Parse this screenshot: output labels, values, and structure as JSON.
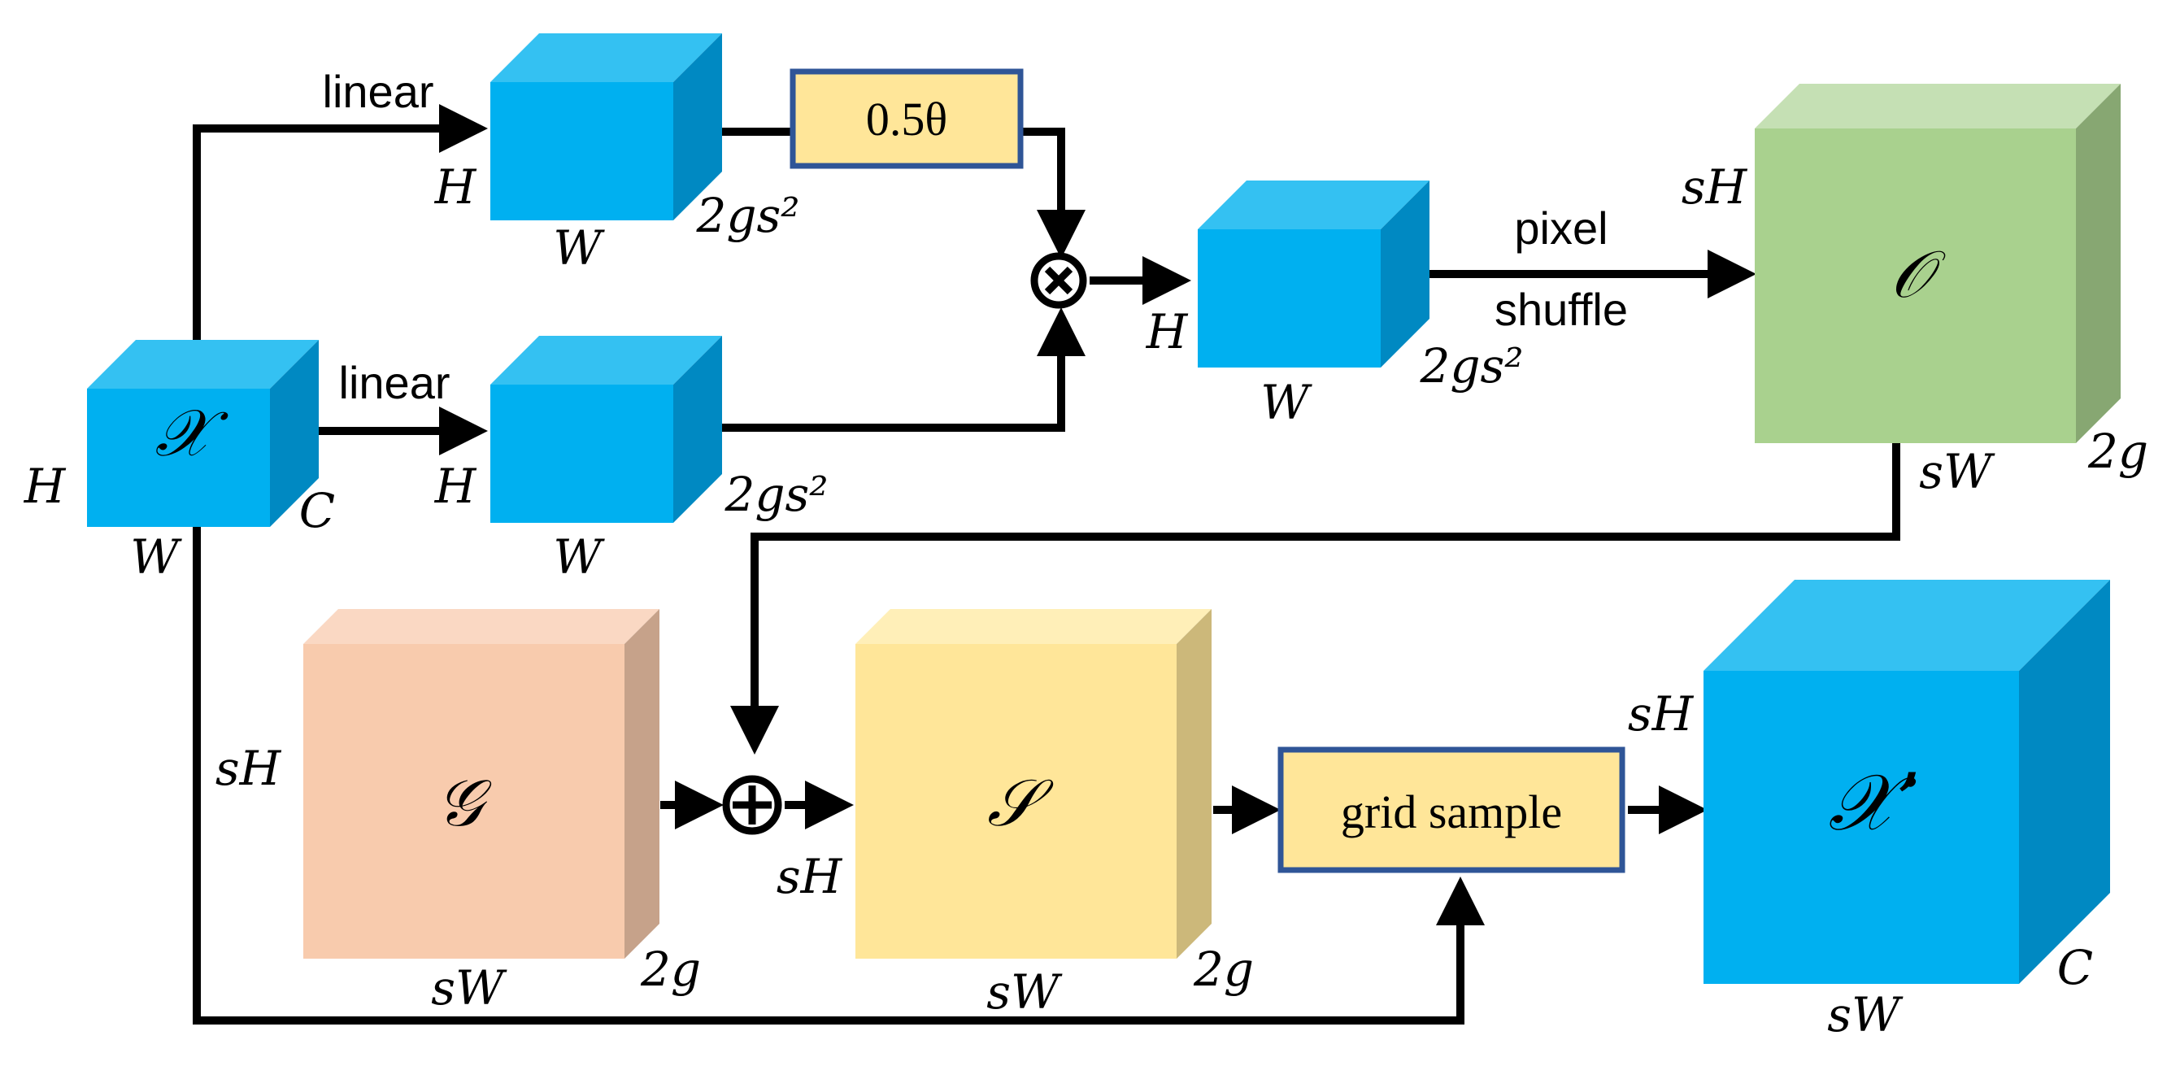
{
  "labels": {
    "linear_top": "linear",
    "linear_bottom": "linear",
    "op_scale": "0.5θ",
    "pixel": "pixel",
    "shuffle": "shuffle",
    "grid_sample": "grid sample",
    "x_symbol": "𝒳",
    "o_symbol": "𝒪",
    "g_symbol": "𝒢",
    "s_symbol": "𝒮",
    "xprime_symbol": "𝒳’",
    "multiply": "⊗",
    "add": "⊕",
    "H": "H",
    "W": "W",
    "C": "C",
    "2gs2": "2gs²",
    "sH": "sH",
    "sW": "sW",
    "2g": "2g"
  },
  "colors": {
    "blue_front": "#00b0f0",
    "blue_top": "#34c1f2",
    "blue_side": "#0089c2",
    "green_front": "#a9d18e",
    "green_top": "#c5e0b4",
    "green_side": "#87a772",
    "peach_front": "#f8cbad",
    "peach_top": "#fad8c3",
    "peach_side": "#c6a28a",
    "yellow_front": "#ffe699",
    "yellow_top": "#ffefb8",
    "yellow_side": "#ccb87a",
    "box_fill": "#ffe699",
    "box_border": "#2f5597"
  }
}
